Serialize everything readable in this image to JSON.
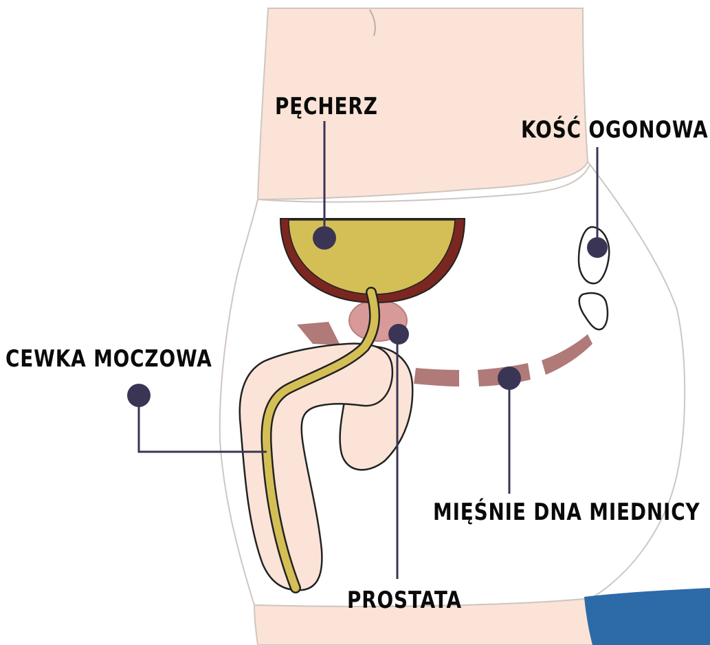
{
  "labels": {
    "bladder": "PĘCHERZ",
    "coccyx": "KOŚĆ OGONOWA",
    "urethra": "CEWKA MOCZOWA",
    "pelvic_floor": "MIĘŚNIE DNA MIEDNICY",
    "prostate": "PROSTATA"
  },
  "colors": {
    "skin": "#fbe3d7",
    "briefs": "#ffffff",
    "outline": "#2a2a2a",
    "bladder_fill": "#d4bf57",
    "bladder_wall": "#7b2620",
    "prostate": "#d89a98",
    "pelvic_muscle": "#b07a78",
    "pointer": "#3a3555",
    "trousers": "#2d6aa8"
  }
}
